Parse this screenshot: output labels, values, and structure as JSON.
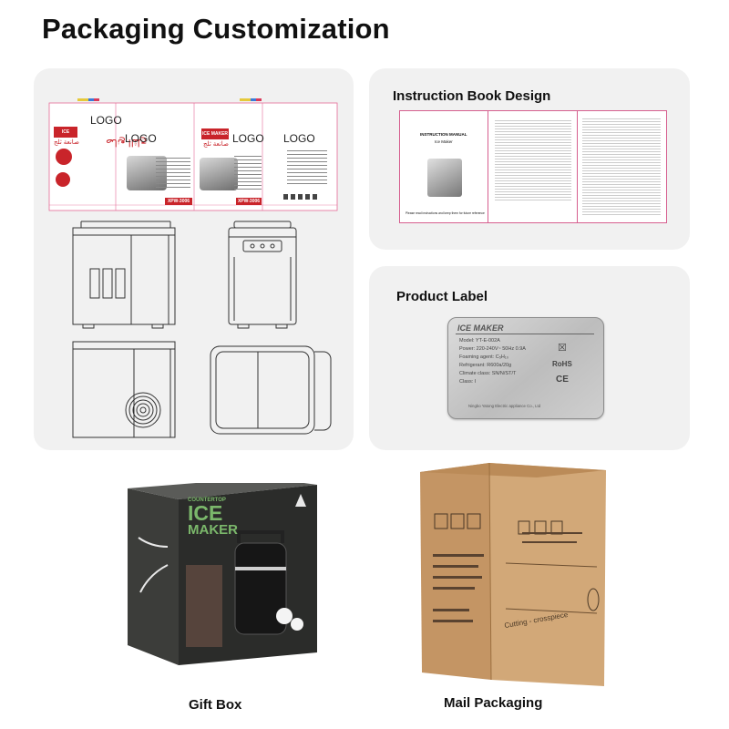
{
  "page": {
    "title": "Packaging Customization"
  },
  "dieline": {
    "logo_label": "LOGO",
    "brand_band": "ICE MAKER",
    "arabic_band": "صانعة ثلج",
    "arabic_logo": "صانع الثلج",
    "model_codes": [
      "XPW-3006",
      "XPW-3006"
    ]
  },
  "instruction": {
    "heading": "Instruction Book Design",
    "manual_title": "INSTRUCTION MANUAL",
    "product_name": "Ice Maker",
    "footer_note": "Please read instructions and keep them for future reference"
  },
  "product_label": {
    "heading": "Product Label",
    "brand": "ICE MAKER",
    "lines": [
      "Model: YT-E-002A",
      "Power: 220-240V~ 50Hz 0.9A",
      "Foaming agent: C₅H₁₀",
      "Refrigerant: R600a/20g",
      "Climate class: SN/N/ST/T",
      "Class: I"
    ],
    "manufacturer": "Ningbo Yatong Electric appliance Co., Ltd",
    "marks": [
      "RoHS",
      "CE"
    ]
  },
  "gift_box": {
    "caption": "Gift Box",
    "tag": "COUNTERTOP",
    "product_line1": "ICE",
    "product_line2": "MAKER"
  },
  "mail_box": {
    "caption": "Mail Packaging",
    "side_text": "Cutting - crosspiece"
  },
  "colors": {
    "label_red": "#c9242a",
    "panel_bg": "#f1f1f1",
    "carton": "#c79a67",
    "gift_green": "#7bb86b"
  }
}
